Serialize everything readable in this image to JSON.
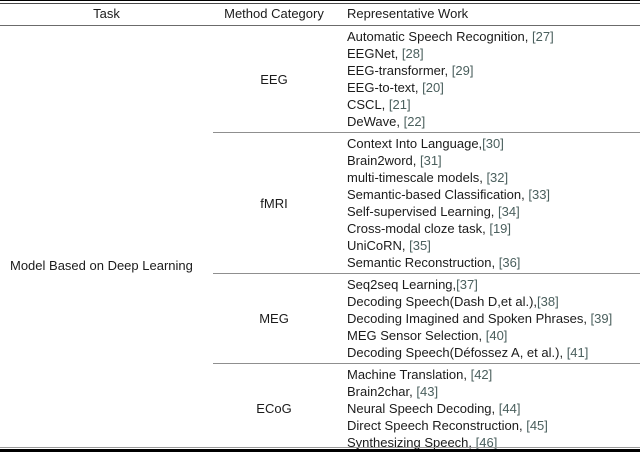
{
  "colors": {
    "text": "#1b1b1b",
    "citation": "#4a5f5d",
    "rule_dark": "#000000",
    "rule_gray": "#8f8f8f"
  },
  "table": {
    "headers": [
      "Task",
      "Method Category",
      "Representative Work"
    ],
    "task": "Model Based on Deep Learning",
    "sections": [
      {
        "category": "EEG",
        "works": [
          {
            "text": "Automatic Speech Recognition, ",
            "cite": "[27]"
          },
          {
            "text": "EEGNet, ",
            "cite": "[28]"
          },
          {
            "text": "EEG-transformer, ",
            "cite": "[29]"
          },
          {
            "text": "EEG-to-text, ",
            "cite": "[20]"
          },
          {
            "text": "CSCL, ",
            "cite": "[21]"
          },
          {
            "text": "DeWave, ",
            "cite": "[22]"
          }
        ]
      },
      {
        "category": "fMRI",
        "works": [
          {
            "text": "Context Into Language,",
            "cite": "[30]"
          },
          {
            "text": "Brain2word, ",
            "cite": "[31]"
          },
          {
            "text": "multi-timescale models, ",
            "cite": "[32]"
          },
          {
            "text": "Semantic-based Classification, ",
            "cite": "[33]"
          },
          {
            "text": "Self-supervised Learning, ",
            "cite": "[34]"
          },
          {
            "text": "Cross-modal cloze task, ",
            "cite": "[19]"
          },
          {
            "text": "UniCoRN, ",
            "cite": "[35]"
          },
          {
            "text": "Semantic Reconstruction, ",
            "cite": "[36]"
          }
        ]
      },
      {
        "category": "MEG",
        "works": [
          {
            "text": "Seq2seq Learning,",
            "cite": "[37]"
          },
          {
            "text": "Decoding Speech(Dash D,et al.),",
            "cite": "[38]"
          },
          {
            "text": "Decoding Imagined and Spoken Phrases, ",
            "cite": "[39]"
          },
          {
            "text": "MEG Sensor Selection, ",
            "cite": "[40]"
          },
          {
            "text": "Decoding Speech(Défossez A, et al.), ",
            "cite": "[41]"
          }
        ]
      },
      {
        "category": "ECoG",
        "works": [
          {
            "text": "Machine Translation, ",
            "cite": "[42]"
          },
          {
            "text": "Brain2char, ",
            "cite": "[43]"
          },
          {
            "text": "Neural Speech Decoding, ",
            "cite": "[44]"
          },
          {
            "text": "Direct Speech Reconstruction, ",
            "cite": "[45]"
          },
          {
            "text": "Synthesizing Speech, ",
            "cite": "[46]"
          }
        ]
      }
    ]
  }
}
